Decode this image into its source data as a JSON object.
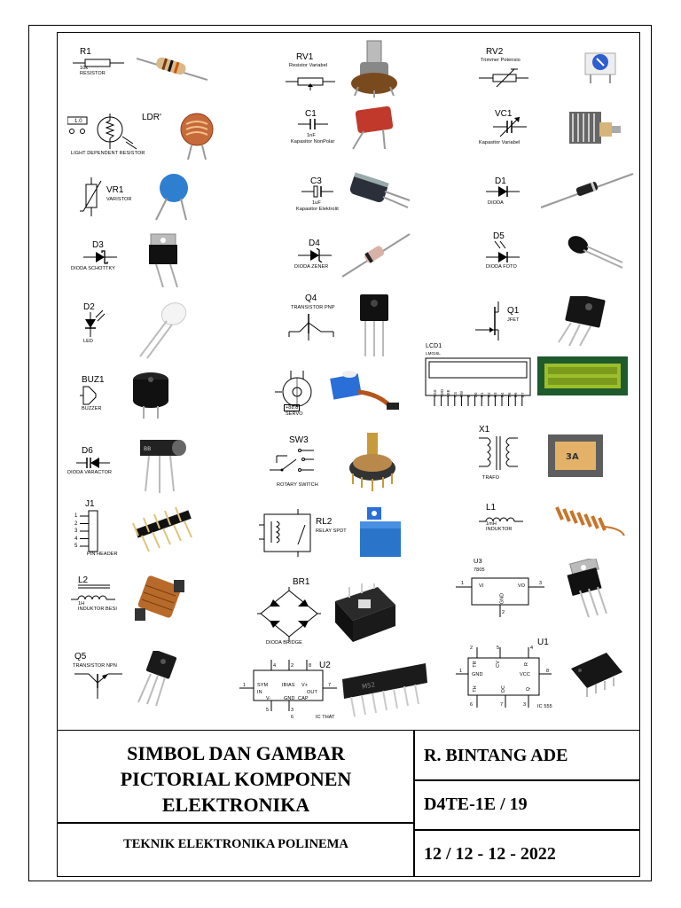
{
  "components": [
    {
      "id": "r1",
      "ref": "R1",
      "value": "10k",
      "desc": "RESISTOR"
    },
    {
      "id": "rv1",
      "ref": "RV1",
      "value": "",
      "desc": "Resistor Variabel"
    },
    {
      "id": "rv2",
      "ref": "RV2",
      "value": "",
      "desc": "Trimmer Potensio"
    },
    {
      "id": "ldr",
      "ref": "LDR'",
      "value": "1.0",
      "desc": "LIGHT DEPENDENT RESISTOR"
    },
    {
      "id": "c1",
      "ref": "C1",
      "value": "1nF",
      "desc": "Kapasitor NonPolar"
    },
    {
      "id": "vc1",
      "ref": "VC1",
      "value": "",
      "desc": "Kapasitor Variabel"
    },
    {
      "id": "vr1",
      "ref": "VR1",
      "value": "",
      "desc": "VARISTOR"
    },
    {
      "id": "c3",
      "ref": "C3",
      "value": "1uF",
      "desc": "Kapasitor Elektrolit"
    },
    {
      "id": "d1",
      "ref": "D1",
      "value": "",
      "desc": "DIODA"
    },
    {
      "id": "d3",
      "ref": "D3",
      "value": "",
      "desc": "DIODA SCHOTTKY"
    },
    {
      "id": "d4",
      "ref": "D4",
      "value": "",
      "desc": "DIODA ZENER"
    },
    {
      "id": "d5",
      "ref": "D5",
      "value": "",
      "desc": "DIODA FOTO"
    },
    {
      "id": "d2",
      "ref": "D2",
      "value": "",
      "desc": "LED"
    },
    {
      "id": "q4",
      "ref": "Q4",
      "value": "",
      "desc": "TRANSISTOR PNP"
    },
    {
      "id": "q1",
      "ref": "Q1",
      "value": "",
      "desc": "JFET"
    },
    {
      "id": "buz1",
      "ref": "BUZ1",
      "value": "",
      "desc": "BUZZER"
    },
    {
      "id": "servo",
      "ref": "",
      "value": "+88.8",
      "desc": "SERVO"
    },
    {
      "id": "lcd1",
      "ref": "LCD1",
      "value": "LM016L",
      "desc": ""
    },
    {
      "id": "d6",
      "ref": "D6",
      "value": "",
      "desc": "DIODA VARACTOR"
    },
    {
      "id": "sw3",
      "ref": "SW3",
      "value": "",
      "desc": "ROTARY SWITCH"
    },
    {
      "id": "x1",
      "ref": "X1",
      "value": "",
      "desc": "TRAFO"
    },
    {
      "id": "j1",
      "ref": "J1",
      "value": "",
      "desc": "PIN HEADER"
    },
    {
      "id": "rl2",
      "ref": "RL2",
      "value": "",
      "desc": "RELAY SPDT"
    },
    {
      "id": "l1",
      "ref": "L1",
      "value": "1mH",
      "desc": "INDUKTOR"
    },
    {
      "id": "l2",
      "ref": "L2",
      "value": "1H",
      "desc": "INDUKTOR BESI"
    },
    {
      "id": "br1",
      "ref": "BR1",
      "value": "",
      "desc": "DIODA BRIDGE"
    },
    {
      "id": "u3",
      "ref": "U3",
      "value": "7805",
      "desc": ""
    },
    {
      "id": "q5",
      "ref": "Q5",
      "value": "",
      "desc": "TRANSISTOR NPN"
    },
    {
      "id": "u2",
      "ref": "U2",
      "value": "",
      "desc": "IC THAT"
    },
    {
      "id": "u1",
      "ref": "U1",
      "value": "",
      "desc": "IC 555"
    }
  ],
  "pins": {
    "lcd": [
      "VSS",
      "VDD",
      "VEE",
      "RS",
      "RW",
      "E",
      "D0",
      "D1",
      "D2",
      "D3",
      "D4",
      "D5",
      "D6",
      "D7"
    ],
    "j1": [
      "1",
      "2",
      "3",
      "4",
      "5"
    ],
    "u3": {
      "vi": "VI",
      "vo": "VO",
      "gnd": "GND",
      "p1": "1",
      "p2": "2",
      "p3": "3"
    },
    "u2": {
      "sym": "SYM",
      "in": "IN",
      "vminus": "V-",
      "ibias": "IBIAS",
      "vplus": "V+",
      "out": "OUT",
      "gnd": "GND",
      "cap": "CAP",
      "p1": "1",
      "p2": "2",
      "p3": "3",
      "p4": "4",
      "p5": "5",
      "p6": "6",
      "p7": "7",
      "p8": "8"
    },
    "u1": {
      "tr": "TR",
      "cv": "CV",
      "r": "R",
      "gnd": "GND",
      "vcc": "VCC",
      "th": "TH",
      "dc": "DC",
      "q": "Q",
      "p1": "1",
      "p2": "2",
      "p3": "3",
      "p4": "4",
      "p5": "5",
      "p6": "6",
      "p7": "7",
      "p8": "8"
    }
  },
  "title_block": {
    "title_line1": "SIMBOL DAN GAMBAR",
    "title_line2": "PICTORIAL KOMPONEN",
    "title_line3": "ELEKTRONIKA",
    "institution": "TEKNIK ELEKTRONIKA POLINEMA",
    "author": "R. BINTANG ADE",
    "class": "D4TE-1E / 19",
    "date": "12 / 12 - 12 - 2022"
  },
  "colors": {
    "resistor_body": "#d9b98a",
    "capacitor_blue": "#2e7fd0",
    "ceramic_red": "#c0392b",
    "lcd_green": "#9bbf2a",
    "copper": "#c8742a",
    "relay_blue": "#2a74c9",
    "ic_black": "#1b1b1b"
  }
}
